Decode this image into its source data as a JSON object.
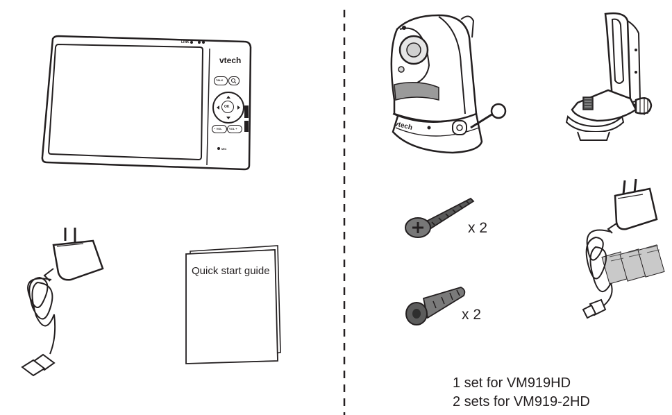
{
  "monitor": {
    "brand": "vtech",
    "link_label": "LINK",
    "talk_label": "TALK",
    "ok_label": "OK",
    "vol_minus_label": "− VOL",
    "vol_plus_label": "VOL +",
    "mic_label": "MIC"
  },
  "camera": {
    "brand": "vtech"
  },
  "guide": {
    "title": "Quick start guide"
  },
  "screws": {
    "quantity": "x 2"
  },
  "anchors": {
    "quantity": "x 2"
  },
  "sets_note": {
    "line1": "1 set for VM919HD",
    "line2": "2 sets for VM919-2HD"
  }
}
